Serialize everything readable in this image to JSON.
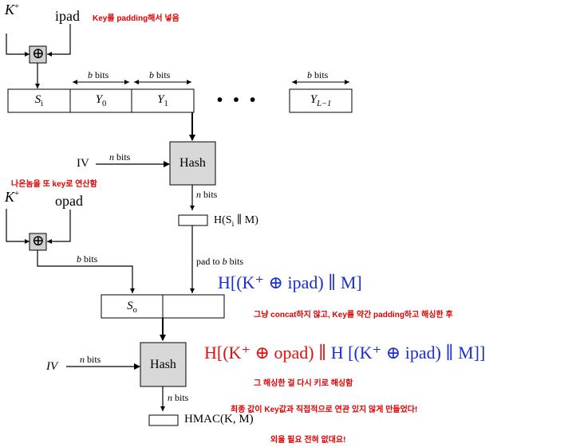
{
  "labels": {
    "key_plus_1": "K",
    "key_plus_1_sup": "+",
    "ipad": "ipad",
    "key_plus_2": "K",
    "key_plus_2_sup": "+",
    "opad": "opad",
    "iv1": "IV",
    "iv2": "IV",
    "b_bits": "b bits",
    "n_bits": "n bits",
    "hash": "Hash",
    "s_i": "S",
    "s_i_sub": "i",
    "y0": "Y",
    "y0_sub": "0",
    "y1": "Y",
    "y1_sub": "1",
    "dots": "• • •",
    "yl": "Y",
    "yl_sub": "L−1",
    "s_o": "S",
    "s_o_sub": "o",
    "h_si_m": "H(S",
    "h_si_m_sub": "i",
    "h_si_m_tail": " ∥ M)",
    "pad_to_b": "pad to b bits",
    "hmac": "HMAC(K, M)",
    "xor_symbol": "⊕"
  },
  "notes": {
    "n1": "Key를 padding해서 넣음",
    "n2": "나온놈을 또 key로 연산함",
    "n3": "그냥 concat하지 않고, Key를 약간 padding하고 해싱한 후",
    "n4": "그 해싱한 걸 다시 키로 해싱함",
    "n5": "최종 값이 Key값과 직접적으로 연관 있지 않게 만들었다!",
    "n6": "외울 필요 전혀 없대요!"
  },
  "formulas": {
    "blue": "H[(K⁺ ⊕ ipad) ∥ M]",
    "red_part1": "H[(K⁺ ⊕ opad) ∥",
    "red_part2": "H [(K⁺ ⊕ ipad) ∥ M]]"
  },
  "colors": {
    "note": "#e00000",
    "blue": "#1a2fd0",
    "red": "#e01010",
    "hash_fill": "#d8d8d8",
    "xor_fill": "#d0d0d0"
  }
}
